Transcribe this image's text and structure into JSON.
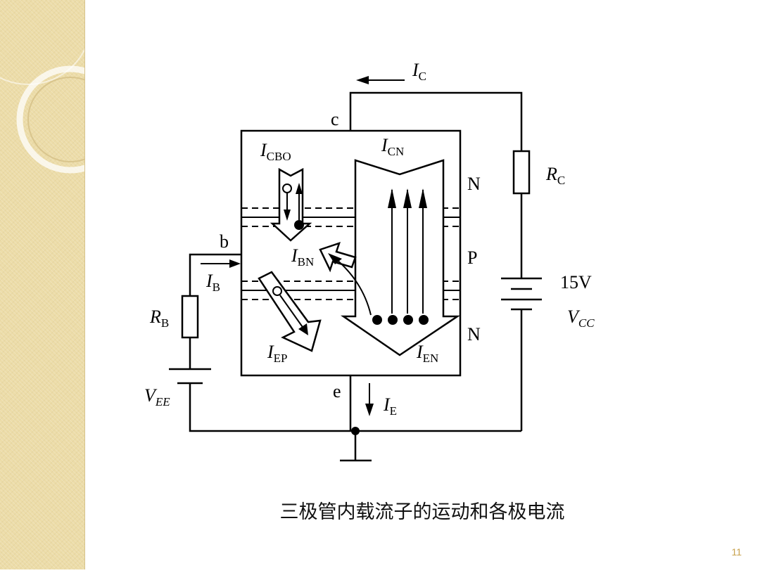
{
  "figure": {
    "caption": "三极管内载流子的运动和各极电流",
    "page_number": "11"
  },
  "terminals": {
    "collector": "c",
    "base": "b",
    "emitter": "e"
  },
  "regions": {
    "top": "N",
    "middle": "P",
    "bottom": "N"
  },
  "currents": {
    "collector": {
      "symbol": "I",
      "subscript": "C"
    },
    "base": {
      "symbol": "I",
      "subscript": "B"
    },
    "emitter": {
      "symbol": "I",
      "subscript": "E"
    },
    "cbo": {
      "symbol": "I",
      "subscript": "CBO"
    },
    "cn": {
      "symbol": "I",
      "subscript": "CN"
    },
    "bn": {
      "symbol": "I",
      "subscript": "BN"
    },
    "ep": {
      "symbol": "I",
      "subscript": "EP"
    },
    "en": {
      "symbol": "I",
      "subscript": "EN"
    }
  },
  "components": {
    "rc": {
      "symbol": "R",
      "subscript": "C"
    },
    "rb": {
      "symbol": "R",
      "subscript": "B"
    },
    "vcc": {
      "symbol": "V",
      "subscript": "CC",
      "value": "15V"
    },
    "vee": {
      "symbol": "V",
      "subscript": "EE"
    }
  }
}
